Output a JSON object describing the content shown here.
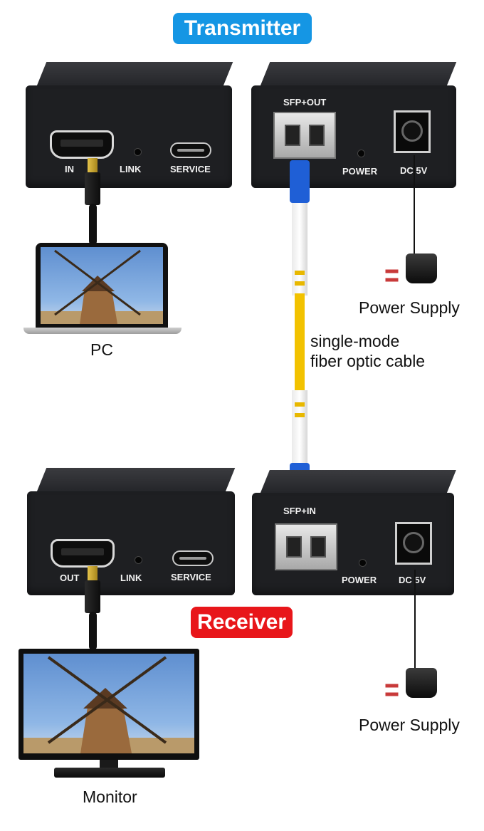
{
  "transmitter": {
    "title": "Transmitter",
    "color": "#1596e4",
    "left_unit": {
      "ports": [
        "IN",
        "LINK",
        "SERVICE"
      ]
    },
    "right_unit": {
      "ports": [
        "SFP+OUT",
        "POWER",
        "DC 5V"
      ]
    }
  },
  "receiver": {
    "title": "Receiver",
    "color": "#e8161a",
    "left_unit": {
      "ports": [
        "OUT",
        "LINK",
        "SERVICE"
      ]
    },
    "right_unit": {
      "ports": [
        "SFP+IN",
        "POWER",
        "DC 5V"
      ]
    }
  },
  "labels": {
    "pc": "PC",
    "monitor": "Monitor",
    "power_supply_top": "Power Supply",
    "power_supply_bottom": "Power Supply",
    "fiber_line1": "single-mode",
    "fiber_line2": "fiber optic cable"
  },
  "icons": {
    "laptop": "laptop-icon",
    "monitor": "monitor-icon",
    "power_adapter": "power-adapter-icon",
    "hdmi_plug": "hdmi-plug-icon",
    "fiber_connector": "lc-connector-icon"
  },
  "colors": {
    "device_body": "#1e1f22",
    "fiber_cable": "#f2c200",
    "fiber_connector": "#1f5fd6"
  }
}
